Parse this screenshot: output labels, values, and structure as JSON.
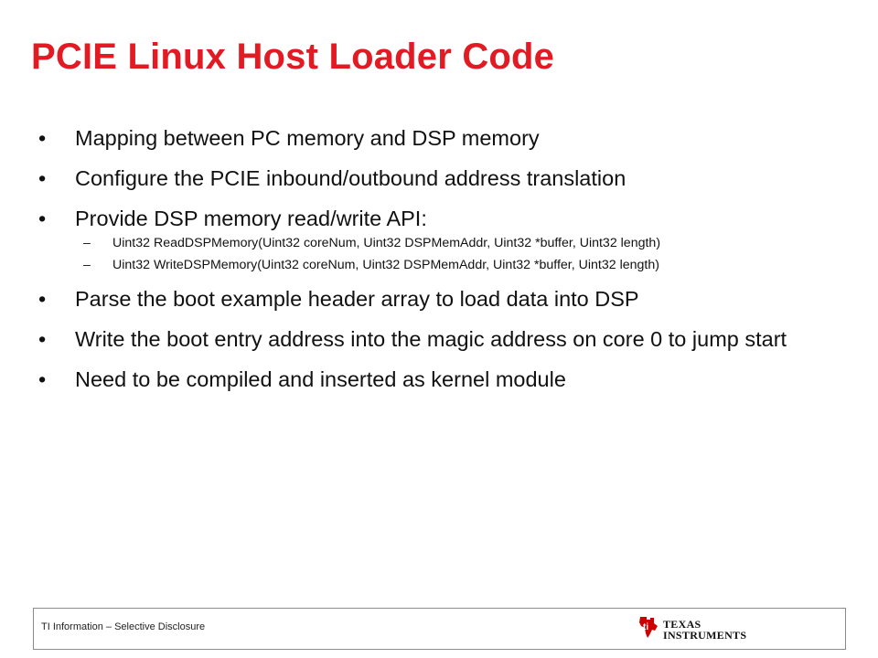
{
  "slide": {
    "title": "PCIE Linux Host Loader Code"
  },
  "bullets": [
    {
      "text": "Mapping between PC memory and DSP memory"
    },
    {
      "text": "Configure the PCIE inbound/outbound address translation"
    },
    {
      "text": "Provide DSP memory read/write API:"
    },
    {
      "text": "Parse the boot example header array to load data into DSP"
    },
    {
      "text": "Write the boot entry address into the magic address on core 0 to jump start"
    },
    {
      "text": "Need to be compiled and inserted as kernel module"
    }
  ],
  "sub_bullets": [
    {
      "text": "Uint32 ReadDSPMemory(Uint32 coreNum, Uint32 DSPMemAddr, Uint32 *buffer, Uint32 length)"
    },
    {
      "text": "Uint32 WriteDSPMemory(Uint32 coreNum, Uint32 DSPMemAddr, Uint32 *buffer, Uint32 length)"
    }
  ],
  "footer": {
    "disclosure": "TI Information – Selective Disclosure",
    "logo_line1": "TEXAS",
    "logo_line2": "INSTRUMENTS"
  },
  "colors": {
    "title": "#e21a23",
    "logo_red": "#cc0000"
  },
  "icons": {
    "logo": "ti-state-logo-icon"
  }
}
